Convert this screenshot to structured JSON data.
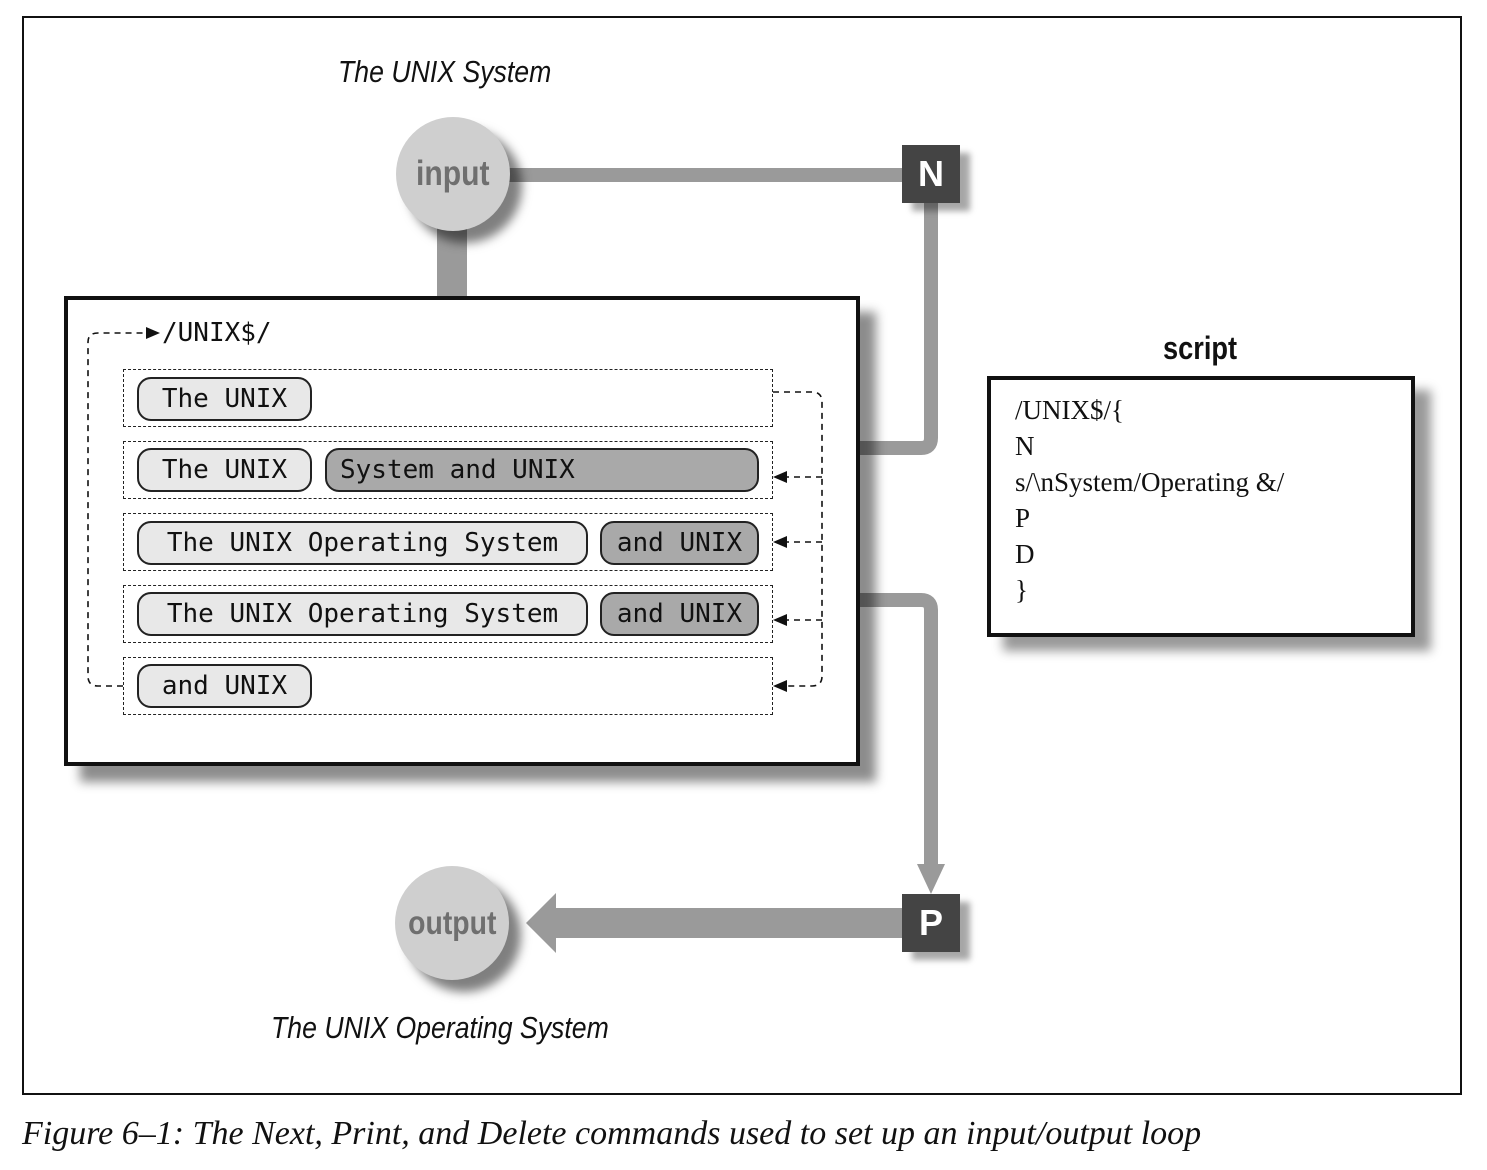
{
  "top_label": "The UNIX System",
  "bottom_label": "The UNIX Operating System",
  "input_label": "input",
  "output_label": "output",
  "commands": {
    "next": "N",
    "print": "P"
  },
  "pattern_label": "/UNIX$/",
  "buffer_rows": [
    {
      "pills": [
        {
          "text": "The UNIX",
          "shade": "light"
        }
      ]
    },
    {
      "pills": [
        {
          "text": "The UNIX",
          "shade": "light"
        },
        {
          "text": "System and UNIX",
          "shade": "dark"
        }
      ]
    },
    {
      "pills": [
        {
          "text": "The UNIX Operating System",
          "shade": "light"
        },
        {
          "text": "and UNIX",
          "shade": "dark"
        }
      ]
    },
    {
      "pills": [
        {
          "text": "The UNIX Operating System",
          "shade": "light"
        },
        {
          "text": "and UNIX",
          "shade": "dark"
        }
      ]
    },
    {
      "pills": [
        {
          "text": "and UNIX",
          "shade": "light"
        }
      ]
    }
  ],
  "script": {
    "title": "script",
    "lines": [
      "/UNIX$/{",
      "N",
      "s/\\nSystem/Operating &/",
      "P",
      "D",
      "}"
    ]
  },
  "caption": "Figure 6–1:  The Next, Print, and Delete commands used to set up an input/output loop",
  "colors": {
    "arrow_gray": "#9a9a9a",
    "circle_gray": "#cfcfcf",
    "command_box": "#444444",
    "dark_pill": "#a9a9a9",
    "light_pill": "#e8e8e8"
  }
}
